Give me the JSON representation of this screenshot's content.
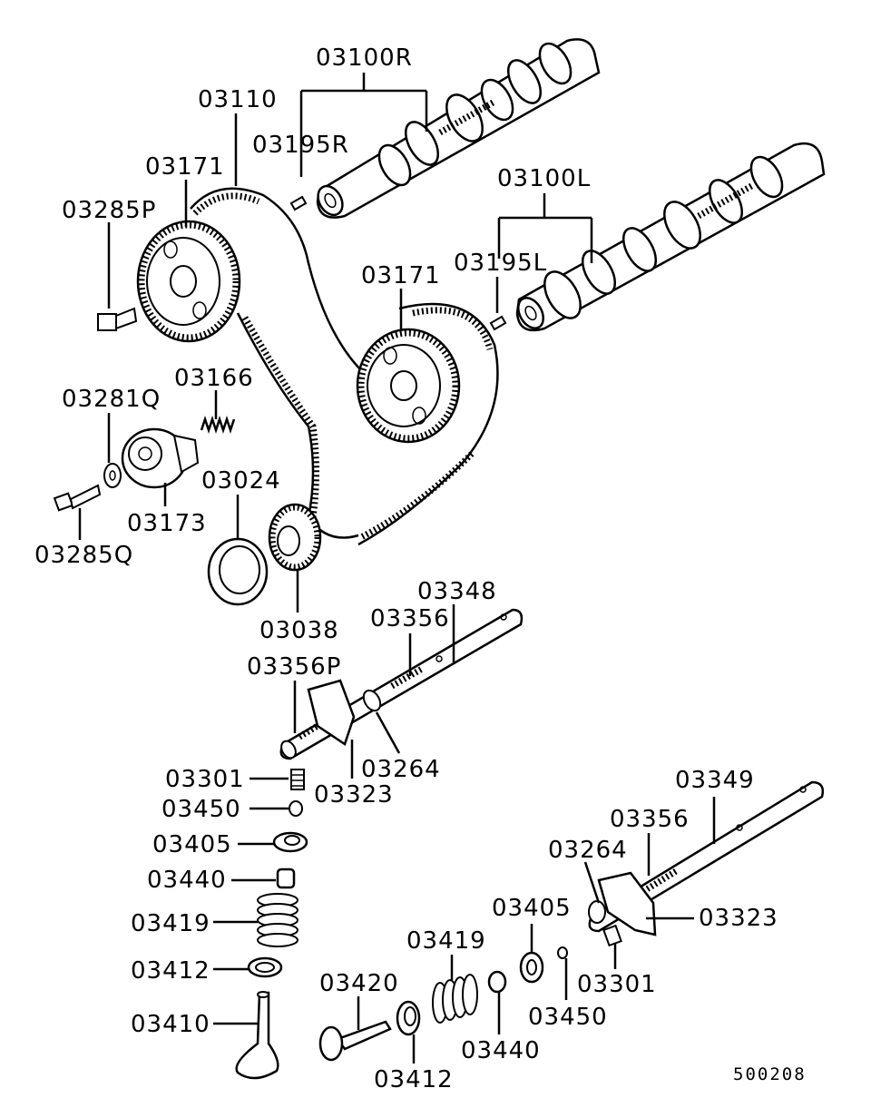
{
  "labels": {
    "camshaft_right": "03100R",
    "timing_belt": "03110",
    "dowel_pin_right": "03195R",
    "sprocket_upper": "03171",
    "bolt_upper": "03285P",
    "camshaft_left": "03100L",
    "dowel_pin_left": "03195L",
    "sprocket_lower": "03171",
    "washer": "03281Q",
    "spring_small": "03166",
    "tensioner": "03173",
    "cover": "03024",
    "bolt_lower": "03285Q",
    "crank_sprocket": "03038",
    "shaft_upper": "03348",
    "rocker_spring_a": "03356",
    "rocker_plug": "03356P",
    "rocker_arm_a": "03264",
    "rocker_arm_b": "03323",
    "adjuster_a": "03301",
    "retainer_lock_a": "03450",
    "retainer_a": "03405",
    "stem_seal_a": "03440",
    "valve_spring_a": "03419",
    "spring_seat_a": "03412",
    "valve_a": "03410",
    "shaft_lower": "03349",
    "rocker_spring_b": "03356",
    "rocker_arm_c": "03264",
    "rocker_arm_d": "03323",
    "retainer_b": "03405",
    "valve_spring_b": "03419",
    "valve_b": "03420",
    "adjuster_b": "03301",
    "stem_seal_b": "03440",
    "retainer_lock_b": "03450",
    "spring_seat_b": "03412"
  },
  "diagram_code": "500208"
}
